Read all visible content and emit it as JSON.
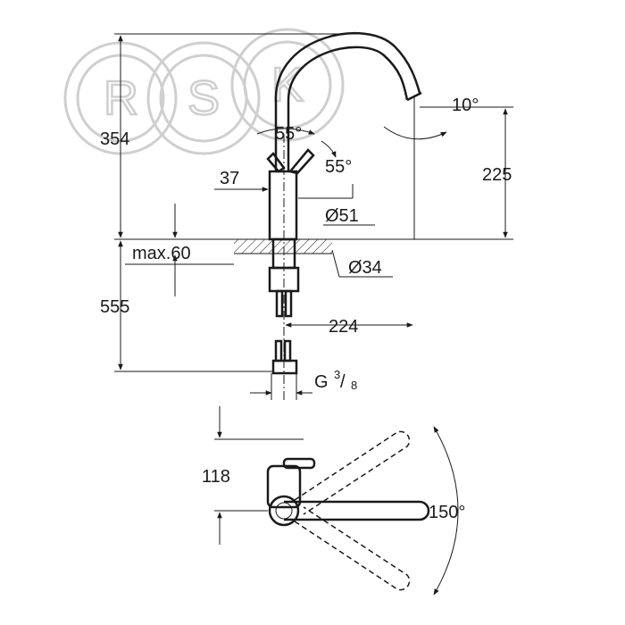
{
  "watermark": {
    "letters": [
      "R",
      "S",
      "K"
    ]
  },
  "dimensions": {
    "height_total": "354",
    "spout_angle": "55°",
    "lever_angle": "55°",
    "lever_offset": "37",
    "spout_tilt": "10°",
    "spout_height": "225",
    "body_diameter": "Ø51",
    "max_counter": "max.60",
    "hole_diameter": "Ø34",
    "hose_length": "555",
    "spout_reach": "224",
    "thread_g": "G",
    "thread_num": "3",
    "thread_den": "8",
    "lever_depth": "118",
    "swivel_angle": "150°"
  }
}
